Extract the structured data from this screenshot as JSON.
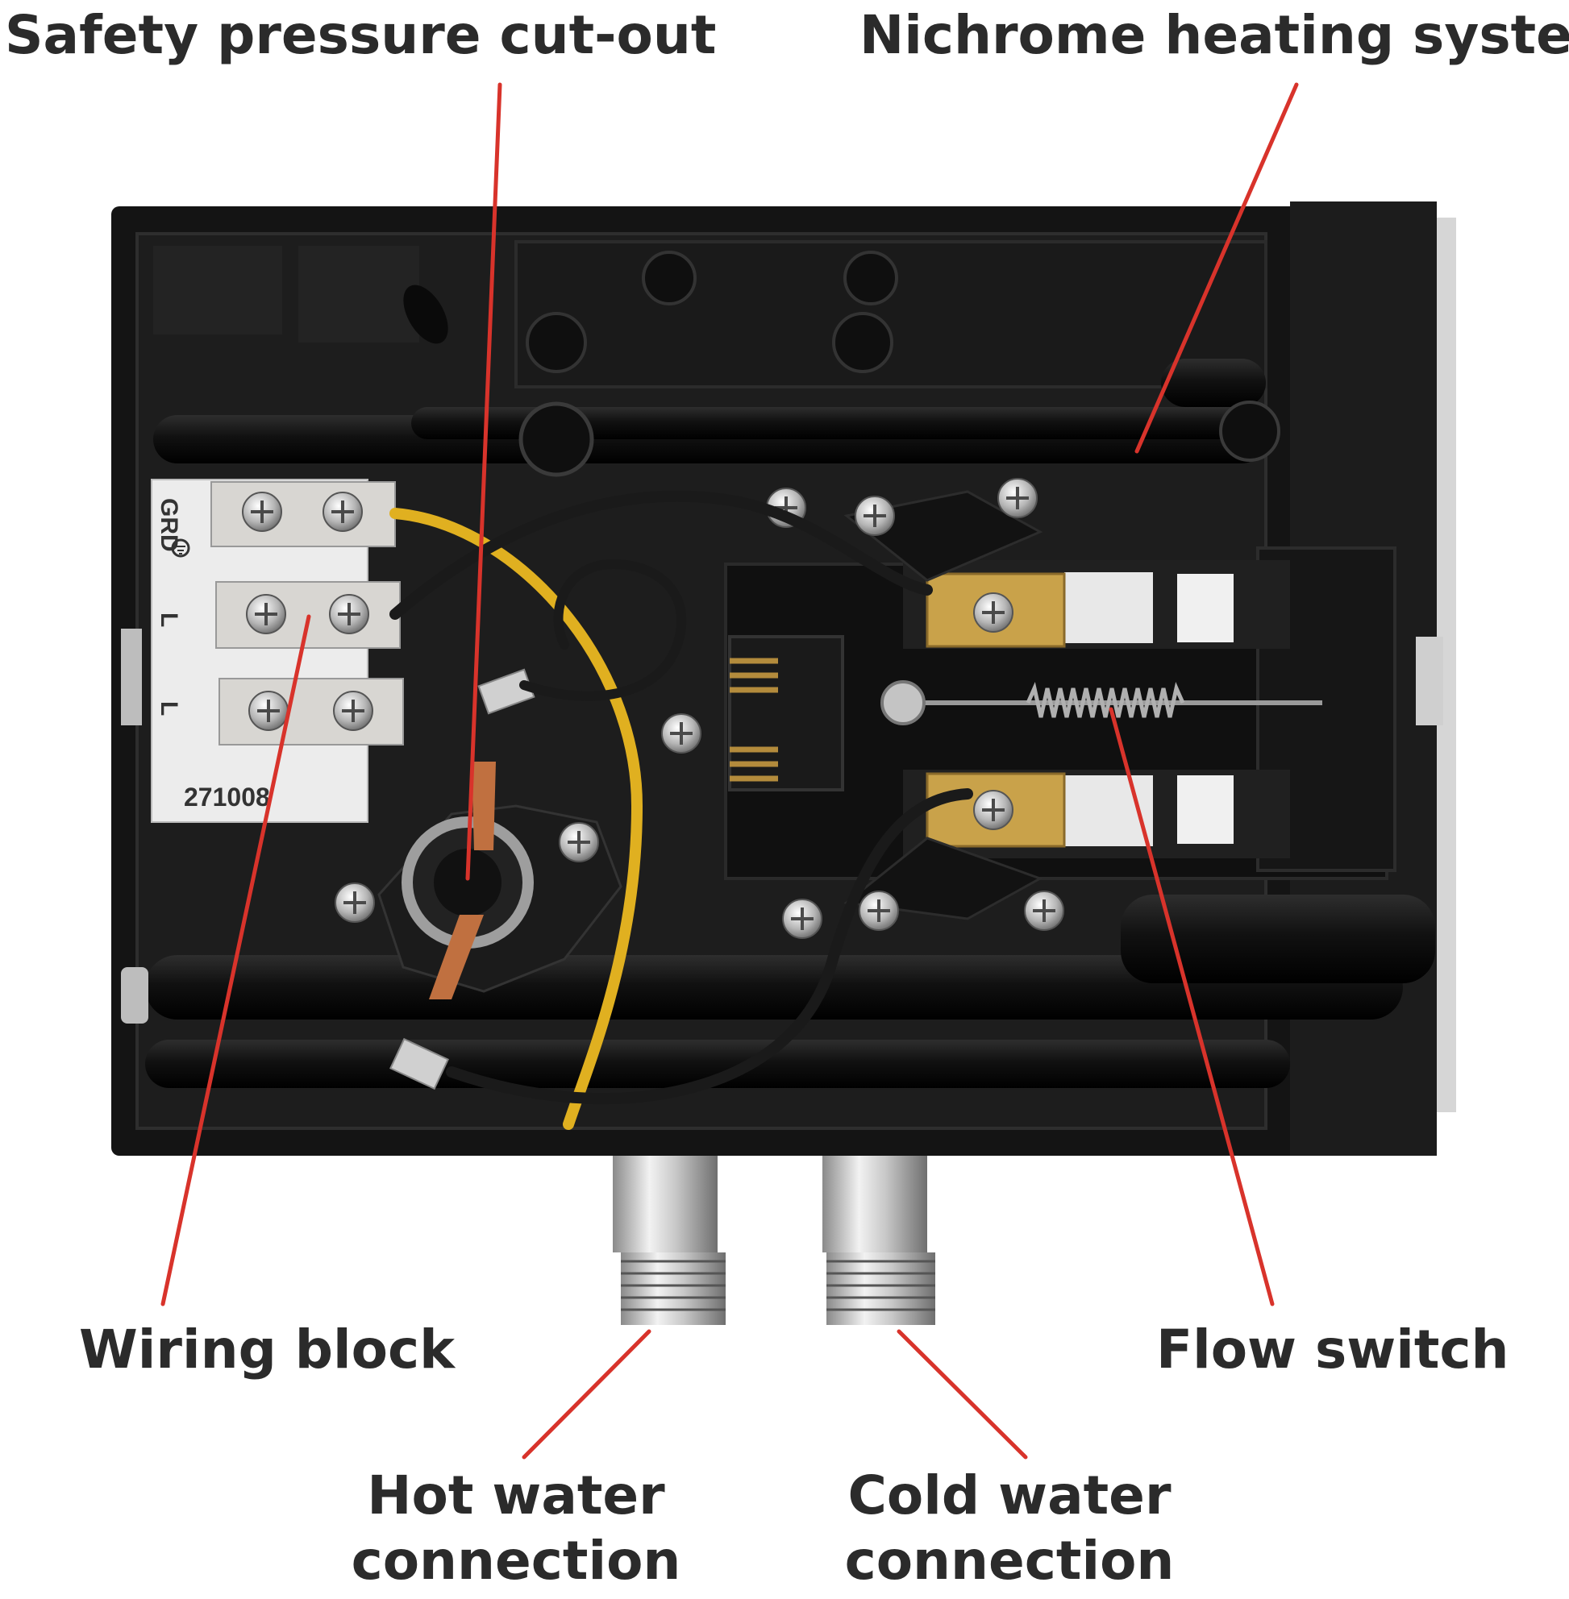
{
  "labels": {
    "safety_cutout": "Safety pressure cut-out",
    "nichrome": "Nichrome heating system",
    "wiring_block": "Wiring block",
    "flow_switch": "Flow switch",
    "hot_water": [
      "Hot water",
      "connection"
    ],
    "cold_water": [
      "Cold water",
      "connection"
    ]
  },
  "terminal_plate": {
    "ground_mark": "GRD",
    "line_mark_1": "L",
    "line_mark_2": "L",
    "part_number": "271008"
  },
  "colors": {
    "leader_line": "#d8332b",
    "housing": "#161616",
    "wire_ground": "#e0b020",
    "wire_black": "#1a1a1a",
    "brass": "#c9a24a",
    "copper": "#c07040"
  },
  "icons": {
    "ground": "ground-symbol-icon",
    "screw": "screw-icon",
    "spring": "spring-icon"
  }
}
